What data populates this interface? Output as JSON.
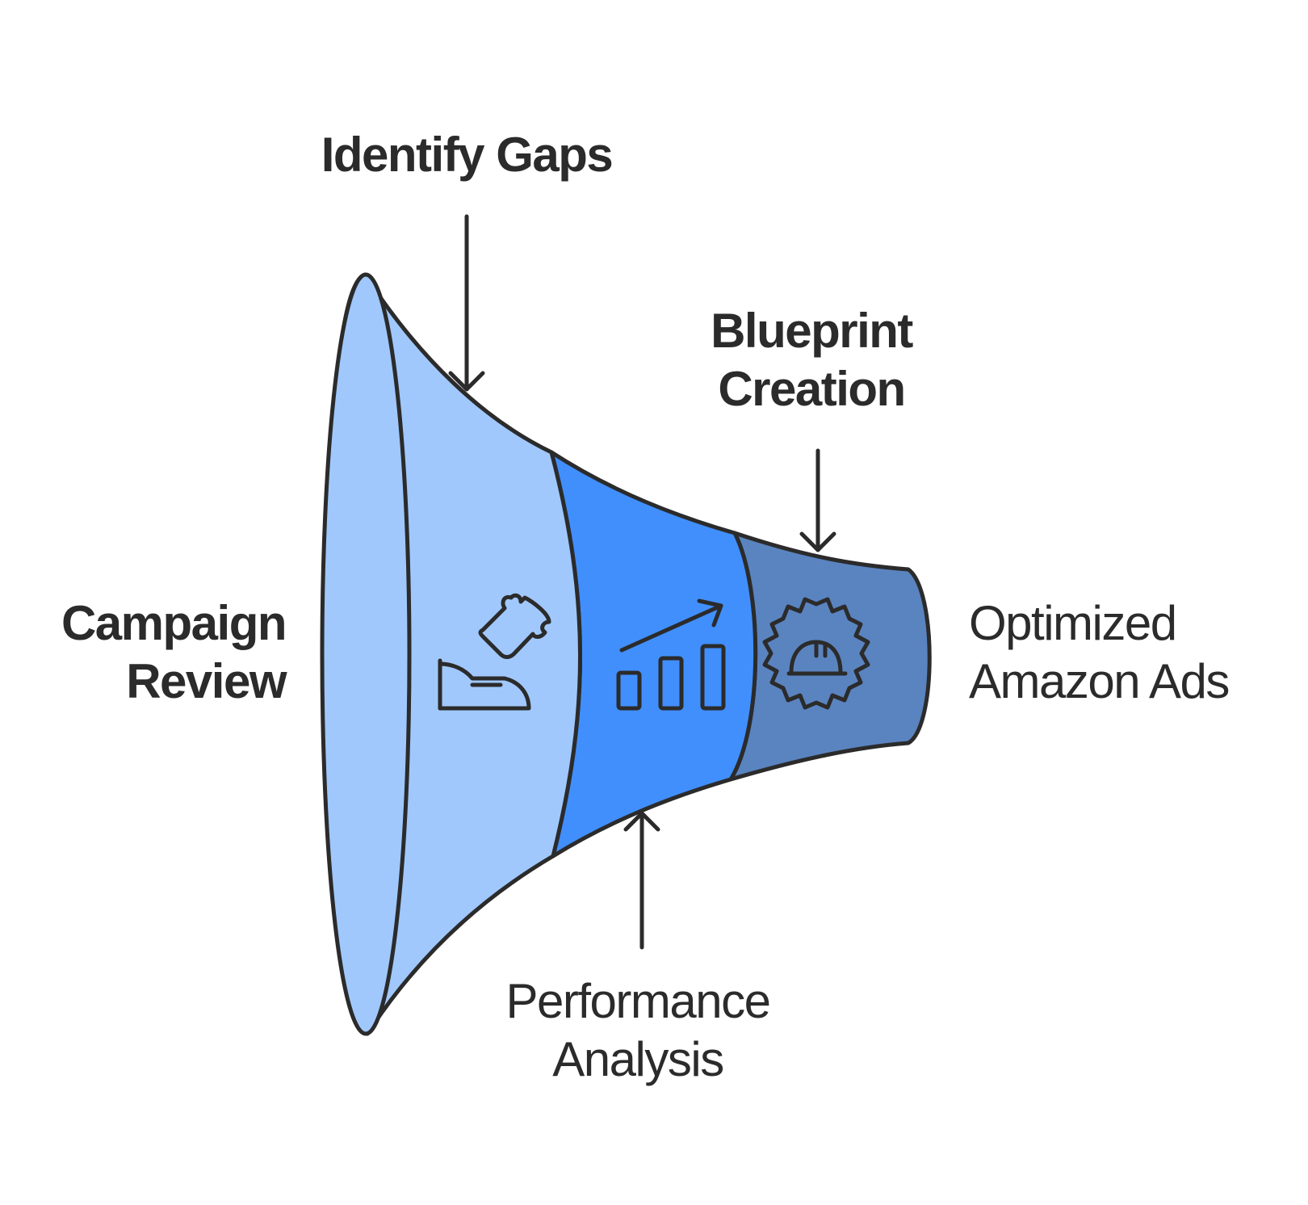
{
  "labels": {
    "identify_gaps": "Identify Gaps",
    "blueprint_line1": "Blueprint",
    "blueprint_line2": "Creation",
    "campaign_line1": "Campaign",
    "campaign_line2": "Review",
    "optimized_line1": "Optimized",
    "optimized_line2": "Amazon Ads",
    "performance_line1": "Performance",
    "performance_line2": "Analysis"
  },
  "colors": {
    "stage_1": "#a0c8fc",
    "stage_2": "#418ffd",
    "stage_3": "#5a84c0",
    "outline": "#2b2b2b",
    "background": "#ffffff"
  },
  "icons": {
    "stage_1": "puzzle-flatiron-icon",
    "stage_2": "growth-bar-chart-icon",
    "stage_3": "gear-hardhat-icon"
  }
}
